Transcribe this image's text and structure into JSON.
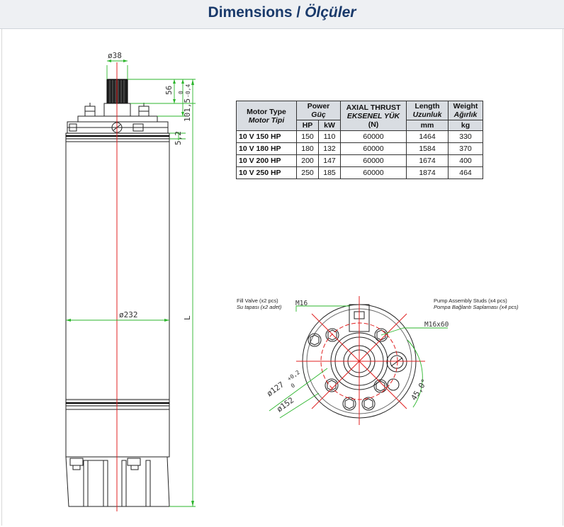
{
  "page": {
    "title_en": "Dimensions /",
    "title_tr": "Ölçüler"
  },
  "table": {
    "headers": {
      "motor_type": "Motor Type",
      "motor_type_tr": "Motor Tipi",
      "power": "Power",
      "power_tr": "Güç",
      "hp": "HP",
      "kw": "kW",
      "axial_thrust": "AXIAL THRUST",
      "axial_thrust_tr": "EKSENEL YÜK",
      "axial_unit": "(N)",
      "length": "Length",
      "length_tr": "Uzunluk",
      "length_unit": "mm",
      "weight": "Weight",
      "weight_tr": "Ağırlık",
      "weight_unit": "kg"
    },
    "rows": [
      {
        "model": "10 V 150 HP",
        "hp": "150",
        "kw": "110",
        "thrust": "60000",
        "length": "1464",
        "weight": "330"
      },
      {
        "model": "10 V 180 HP",
        "hp": "180",
        "kw": "132",
        "thrust": "60000",
        "length": "1584",
        "weight": "370"
      },
      {
        "model": "10 V 200 HP",
        "hp": "200",
        "kw": "147",
        "thrust": "60000",
        "length": "1674",
        "weight": "400"
      },
      {
        "model": "10 V 250 HP",
        "hp": "250",
        "kw": "185",
        "thrust": "60000",
        "length": "1874",
        "weight": "464"
      }
    ]
  },
  "side_view": {
    "dim_shaft_dia": "ø38",
    "dim_shaft_len": "56",
    "dim_tol_upper": "0",
    "dim_tol_lower": "-0,4",
    "dim_flange": "101,5",
    "dim_collar": "5,2",
    "dim_body_dia": "ø232",
    "dim_length": "L"
  },
  "top_view": {
    "fill_valve_en": "Fill Valve (x2 pcs)",
    "fill_valve_tr": "Su tapası (x2 adet)",
    "studs_en": "Pump Assembly Studs (x4 pcs)",
    "studs_tr": "Pompa Bağlantı Saplaması (x4 pcs)",
    "thread_m16": "M16",
    "stud_m16x60": "M16x60",
    "dim_127": "ø127",
    "dim_127_tol_upper": "+0,2",
    "dim_127_tol_lower": "0",
    "dim_152": "ø152",
    "angle": "45,0°"
  },
  "colors": {
    "title": "#1a3a6b",
    "header_bg": "#eef0f3",
    "table_header_bg": "#d9dde2",
    "dimension_line": "#2bb52b",
    "center_line": "#e02020",
    "outline": "#222222"
  }
}
